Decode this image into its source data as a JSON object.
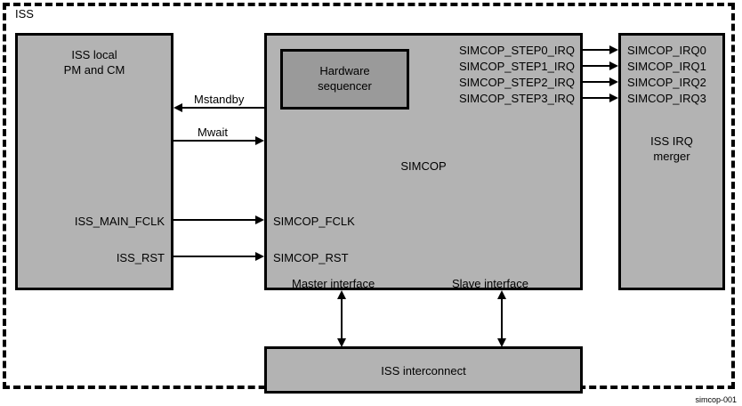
{
  "diagram": {
    "enclosure_label": "ISS",
    "caption": "simcop-001",
    "colors": {
      "block_fill": "#b3b3b3",
      "inner_block_fill": "#9a9a9a",
      "border": "#000000",
      "background": "#ffffff"
    }
  },
  "blocks": {
    "iss_local_pm_cm": {
      "label": "ISS local\nPM and CM"
    },
    "simcop": {
      "label": "SIMCOP"
    },
    "hardware_sequencer": {
      "label": "Hardware\nsequencer"
    },
    "iss_irq_merger": {
      "label": "ISS IRQ\nmerger"
    },
    "iss_interconnect": {
      "label": "ISS interconnect"
    }
  },
  "interfaces": {
    "master": "Master interface",
    "slave": "Slave interface"
  },
  "signals": {
    "mstandby": "Mstandby",
    "mwait": "Mwait",
    "iss_main_fclk": "ISS_MAIN_FCLK",
    "iss_rst": "ISS_RST",
    "simcop_fclk": "SIMCOP_FCLK",
    "simcop_rst": "SIMCOP_RST",
    "step_irqs": [
      "SIMCOP_STEP0_IRQ",
      "SIMCOP_STEP1_IRQ",
      "SIMCOP_STEP2_IRQ",
      "SIMCOP_STEP3_IRQ"
    ],
    "merger_irqs": [
      "SIMCOP_IRQ0",
      "SIMCOP_IRQ1",
      "SIMCOP_IRQ2",
      "SIMCOP_IRQ3"
    ]
  }
}
